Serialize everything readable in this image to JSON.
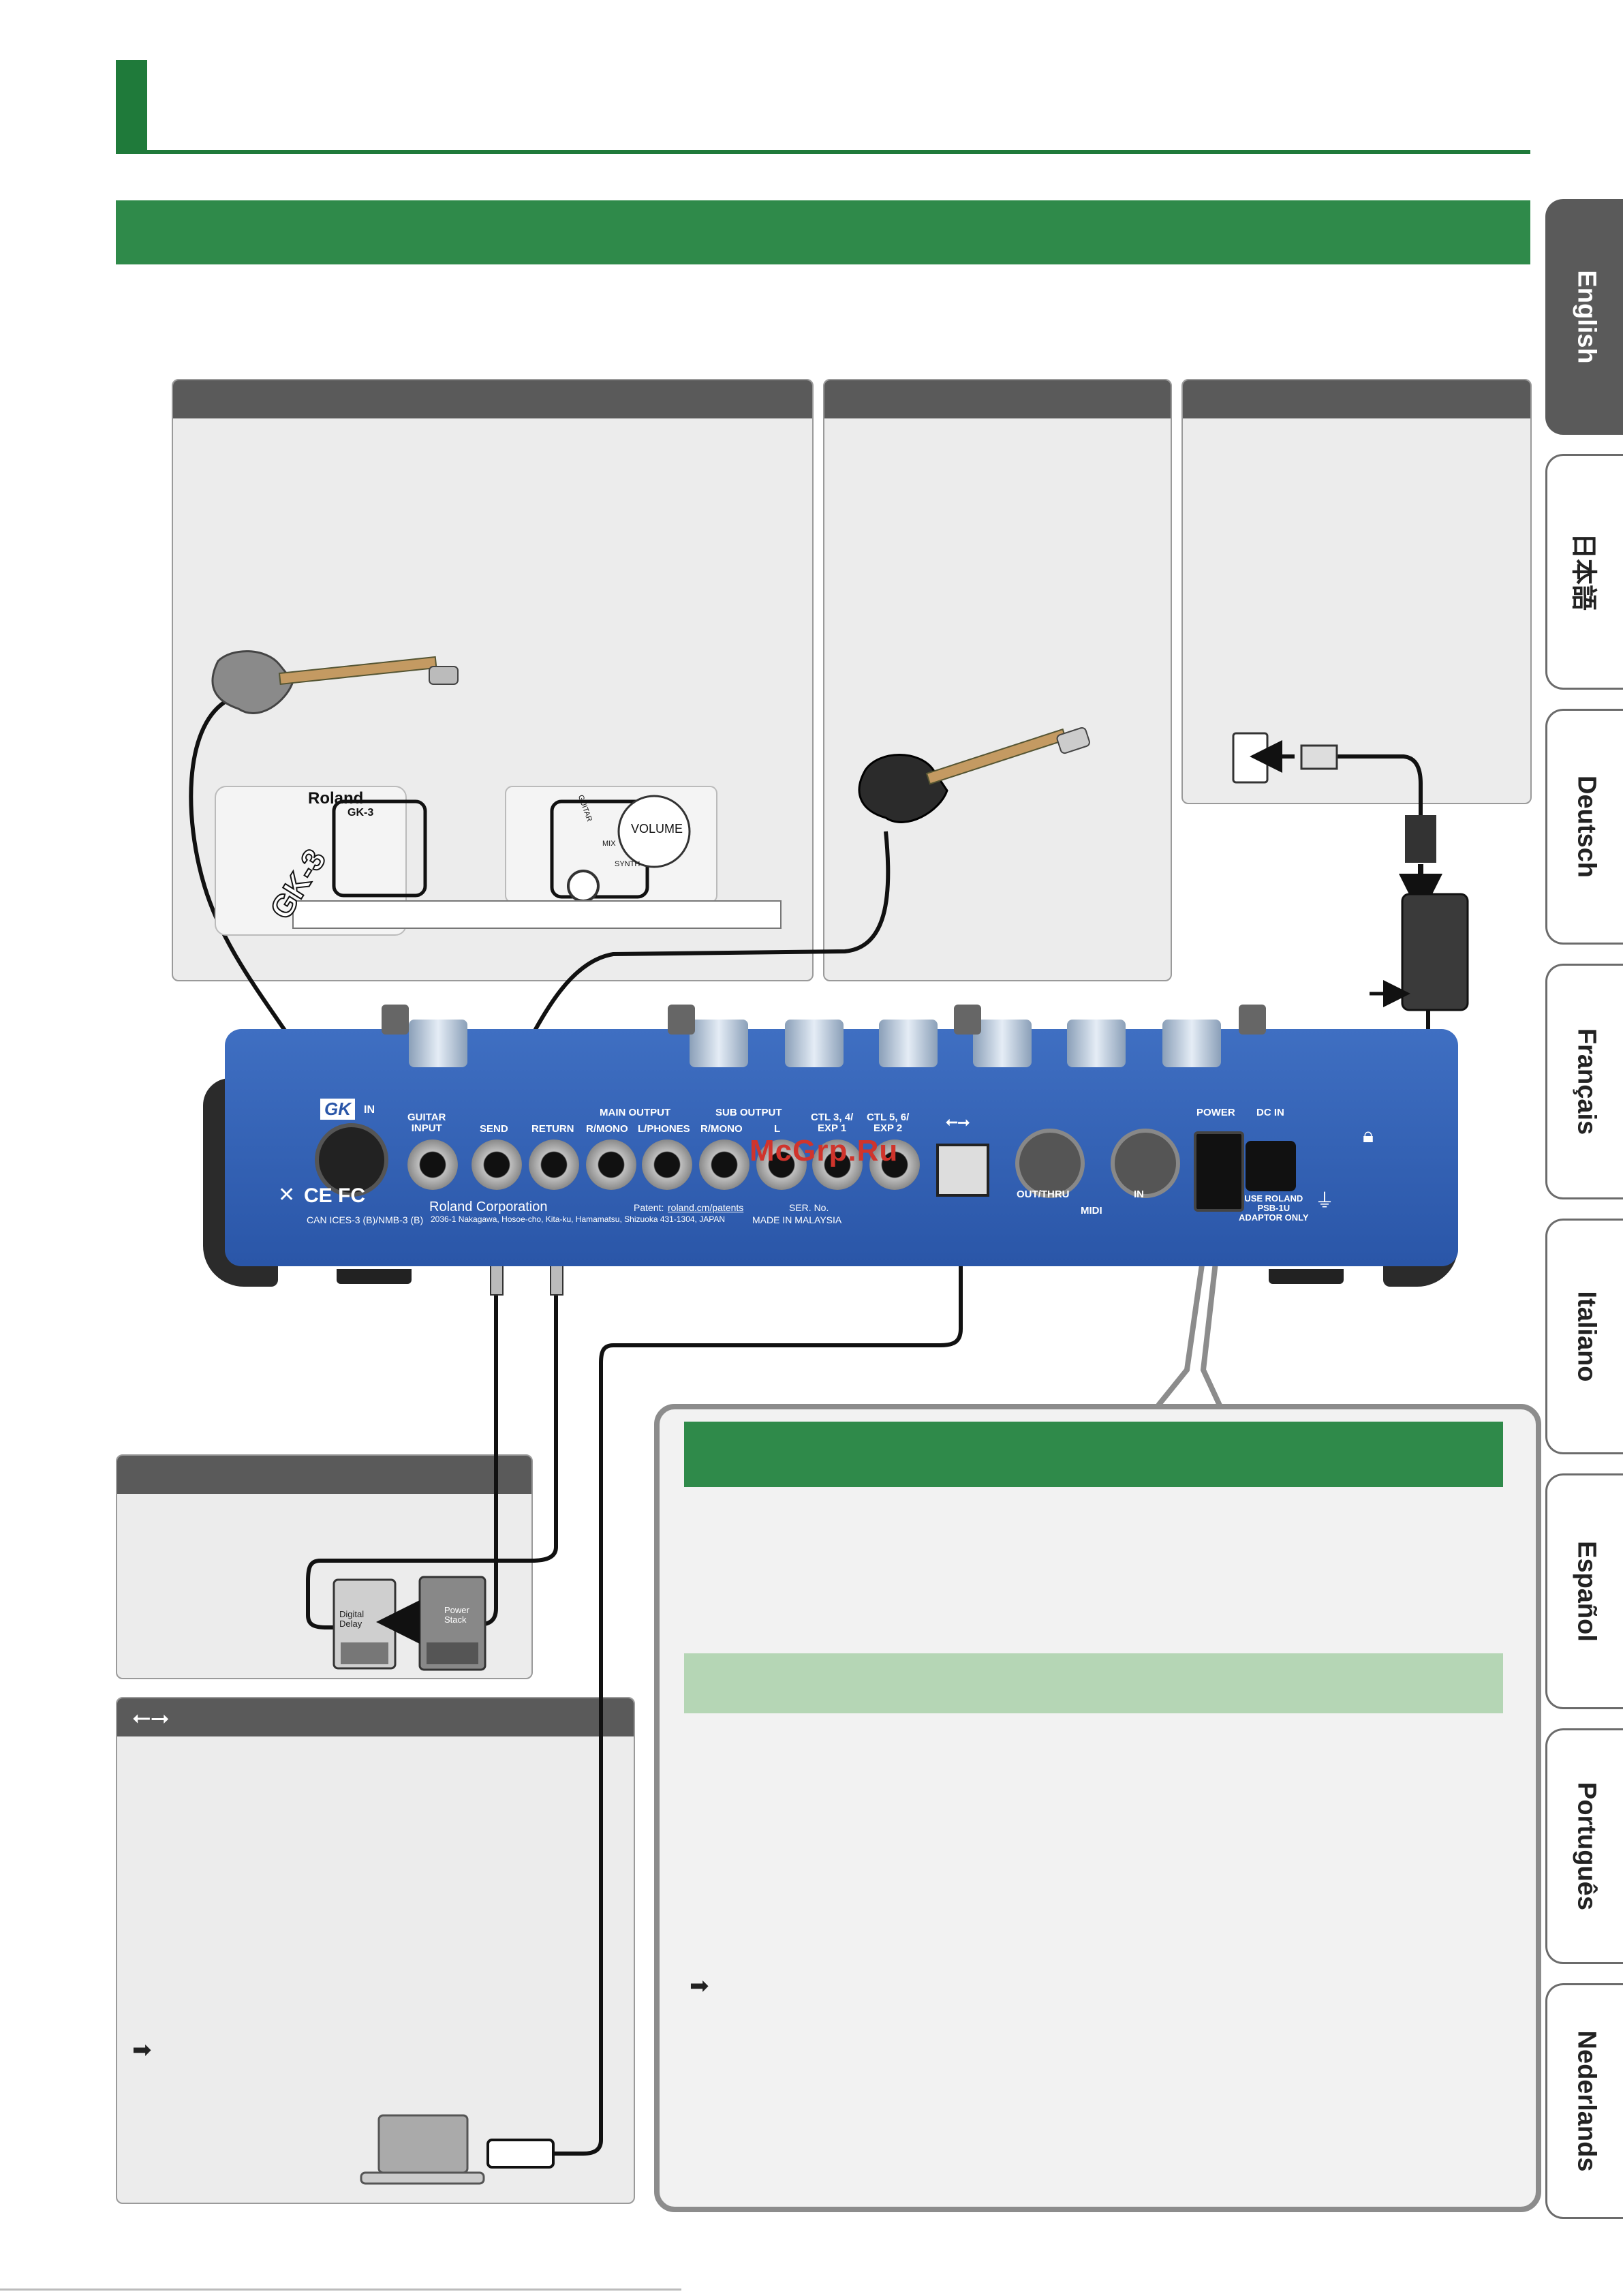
{
  "tabs": [
    {
      "label": "English",
      "active": true
    },
    {
      "label": "日本語",
      "active": false
    },
    {
      "label": "Deutsch",
      "active": false
    },
    {
      "label": "Français",
      "active": false
    },
    {
      "label": "Italiano",
      "active": false
    },
    {
      "label": "Español",
      "active": false
    },
    {
      "label": "Português",
      "active": false
    },
    {
      "label": "Nederlands",
      "active": false
    }
  ],
  "gk3": {
    "brand": "Roland",
    "model": "GK-3",
    "model_large": "GK-3",
    "volume_label": "VOLUME",
    "switch_guitar": "GUITAR",
    "switch_mix": "MIX",
    "switch_synth": "SYNTH"
  },
  "device": {
    "gk_in": "GK",
    "gk_in_suffix": "IN",
    "guitar_input": "GUITAR\nINPUT",
    "send": "SEND",
    "return": "RETURN",
    "main_output": "MAIN OUTPUT",
    "main_output_rmono": "R/MONO",
    "main_output_lphones": "L/PHONES",
    "sub_output": "SUB OUTPUT",
    "sub_output_rmono": "R/MONO",
    "sub_output_l": "L",
    "ctl34": "CTL 3, 4/\nEXP 1",
    "ctl56": "CTL 5, 6/\nEXP 2",
    "midi_out": "OUT/THRU",
    "midi_in": "IN",
    "midi": "MIDI",
    "power": "POWER",
    "dc_in": "DC IN",
    "adaptor": "USE ROLAND\nPSB-1U\nADAPTOR ONLY",
    "marks": "CE FC",
    "can_ices": "CAN ICES-3 (B)/NMB-3 (B)",
    "roland_corp": "Roland Corporation",
    "patent_label": "Patent:",
    "patent_url": "roland.cm/patents",
    "address": "2036-1 Nakagawa, Hosoe-cho, Kita-ku, Hamamatsu, Shizuoka 431-1304, JAPAN",
    "ser_no": "SER. No.",
    "made_in": "MADE IN MALAYSIA"
  },
  "pedals": {
    "left_name": "Digital\nDelay",
    "right_name": "Power\nStack"
  },
  "watermark": "McGrp.Ru",
  "colors": {
    "green": "#2f8a4a",
    "light_green": "#b5d6b5",
    "device_blue": "#2a56a8",
    "tab_active": "#5a5a5a"
  }
}
